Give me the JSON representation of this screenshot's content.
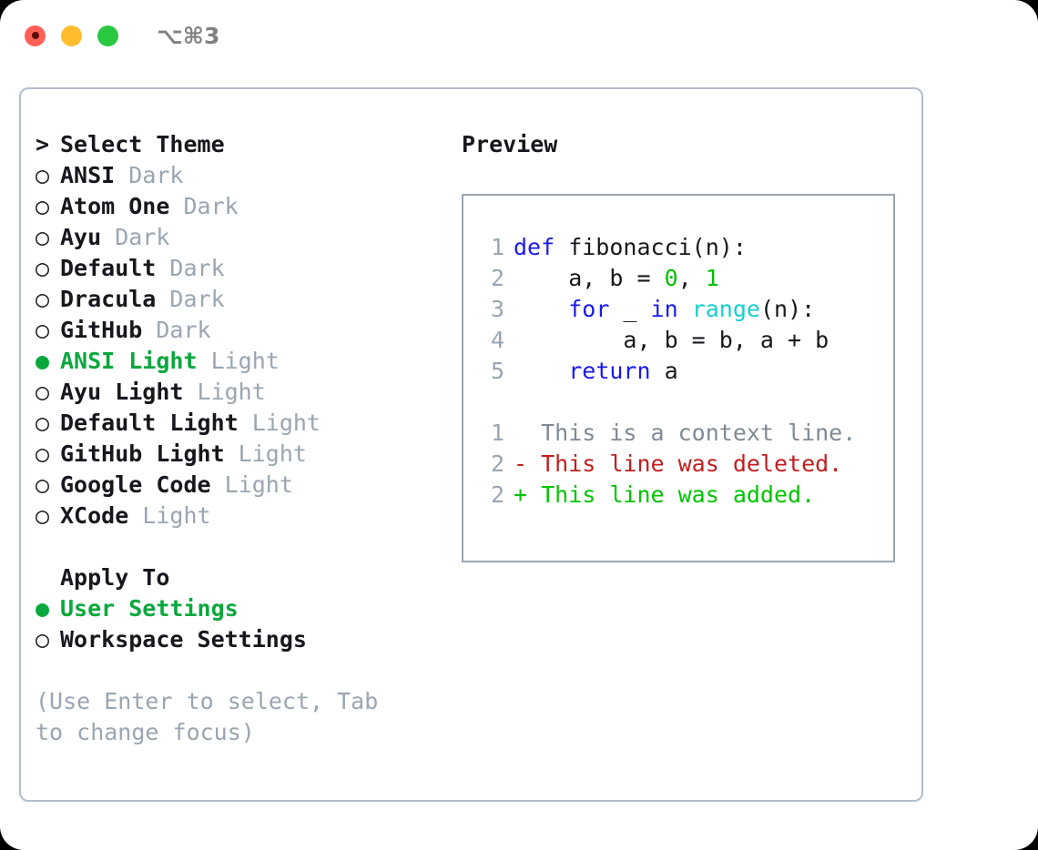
{
  "titlebar": {
    "shortcut": "⌥⌘3",
    "buttons": [
      "close",
      "minimize",
      "maximize"
    ]
  },
  "left": {
    "prompt_marker": "> ",
    "title": "Select Theme",
    "themes": [
      {
        "marker": "○ ",
        "name": "ANSI",
        "tag": " Dark",
        "selected": false
      },
      {
        "marker": "○ ",
        "name": "Atom One",
        "tag": " Dark",
        "selected": false
      },
      {
        "marker": "○ ",
        "name": "Ayu",
        "tag": " Dark",
        "selected": false
      },
      {
        "marker": "○ ",
        "name": "Default",
        "tag": " Dark",
        "selected": false
      },
      {
        "marker": "○ ",
        "name": "Dracula",
        "tag": " Dark",
        "selected": false
      },
      {
        "marker": "○ ",
        "name": "GitHub",
        "tag": " Dark",
        "selected": false
      },
      {
        "marker": "● ",
        "name": "ANSI Light",
        "tag": " Light",
        "selected": true
      },
      {
        "marker": "○ ",
        "name": "Ayu Light",
        "tag": " Light",
        "selected": false
      },
      {
        "marker": "○ ",
        "name": "Default Light",
        "tag": " Light",
        "selected": false
      },
      {
        "marker": "○ ",
        "name": "GitHub Light",
        "tag": " Light",
        "selected": false
      },
      {
        "marker": "○ ",
        "name": "Google Code",
        "tag": " Light",
        "selected": false
      },
      {
        "marker": "○ ",
        "name": "XCode",
        "tag": " Light",
        "selected": false
      }
    ],
    "apply_to_label": "Apply To",
    "apply_to_options": [
      {
        "marker": "● ",
        "name": "User Settings",
        "selected": true
      },
      {
        "marker": "○ ",
        "name": "Workspace Settings",
        "selected": false
      }
    ],
    "hint": "(Use Enter to select, Tab to change focus)"
  },
  "right": {
    "preview_label": "Preview",
    "code_lines": [
      {
        "n": "1",
        "tokens": [
          {
            "t": "def",
            "c": "kw"
          },
          {
            "t": " fibonacci(n):",
            "c": "fn"
          }
        ]
      },
      {
        "n": "2",
        "tokens": [
          {
            "t": "    a, b = ",
            "c": "fn"
          },
          {
            "t": "0",
            "c": "num"
          },
          {
            "t": ", ",
            "c": "fn"
          },
          {
            "t": "1",
            "c": "num"
          }
        ]
      },
      {
        "n": "3",
        "tokens": [
          {
            "t": "    ",
            "c": "fn"
          },
          {
            "t": "for",
            "c": "kw"
          },
          {
            "t": " _ ",
            "c": "fn"
          },
          {
            "t": "in",
            "c": "kw"
          },
          {
            "t": " ",
            "c": "fn"
          },
          {
            "t": "range",
            "c": "bi"
          },
          {
            "t": "(n):",
            "c": "fn"
          }
        ]
      },
      {
        "n": "4",
        "tokens": [
          {
            "t": "        a, b = b, a + b",
            "c": "fn"
          }
        ]
      },
      {
        "n": "5",
        "tokens": [
          {
            "t": "    ",
            "c": "fn"
          },
          {
            "t": "return",
            "c": "kw"
          },
          {
            "t": " a",
            "c": "fn"
          }
        ]
      }
    ],
    "diff_lines": [
      {
        "n": "1",
        "text": "  This is a context line.",
        "cls": "diff-ctx"
      },
      {
        "n": "2",
        "text": "- This line was deleted.",
        "cls": "diff-del"
      },
      {
        "n": "2",
        "text": "+ This line was added.",
        "cls": "diff-add"
      }
    ]
  },
  "colors": {
    "accent_green": "#0aa83c",
    "muted": "#9aa5b1",
    "keyword_blue": "#1a1aee",
    "builtin_cyan": "#17cfcf",
    "number_green": "#00c000",
    "diff_delete_red": "#c02020",
    "diff_add_green": "#00c400",
    "border": "#b3bcc9",
    "traffic_red": "#ff5f57",
    "traffic_yellow": "#ffbd2e",
    "traffic_green": "#28c840"
  }
}
